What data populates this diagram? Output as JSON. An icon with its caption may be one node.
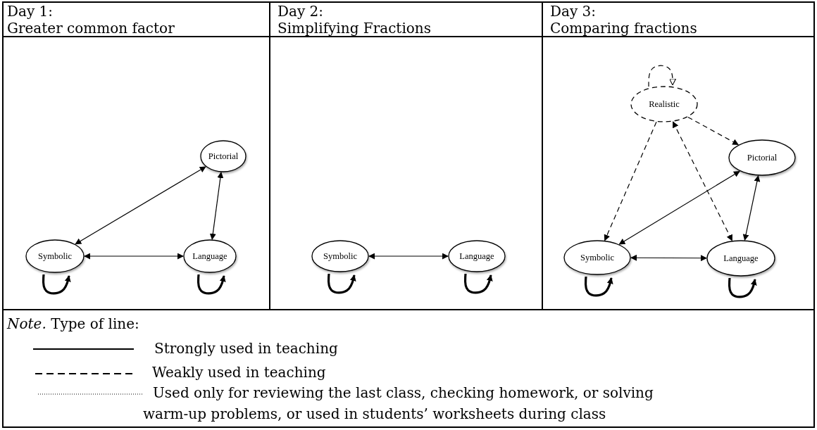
{
  "diagram": {
    "nodes": [
      {
        "text": [
          "Pictorial"
        ]
      },
      {
        "text": [
          "Symbolic"
        ]
      },
      {
        "text": [
          "Language"
        ]
      },
      {
        "text": [
          "Symbolic"
        ]
      },
      {
        "text": [
          "Language"
        ]
      },
      {
        "text": [
          "Realistic"
        ]
      },
      {
        "text": [
          "Pictorial"
        ]
      },
      {
        "text": [
          "Symbolic"
        ]
      },
      {
        "text": [
          "Language"
        ]
      }
    ],
    "edges": [
      {
        "from": 0,
        "to": 1,
        "arrow": "both"
      },
      {
        "from": 0,
        "to": 2,
        "arrow": "both"
      },
      {
        "from": 1,
        "to": 2,
        "arrow": "both"
      },
      {
        "from": 1,
        "to": 1,
        "arrow": "to",
        "style": "thick"
      },
      {
        "from": 2,
        "to": 2,
        "arrow": "to",
        "style": "thick"
      },
      {
        "from": 3,
        "to": 4,
        "arrow": "both"
      },
      {
        "from": 3,
        "to": 3,
        "arrow": "to",
        "style": "thick"
      },
      {
        "from": 4,
        "to": 4,
        "arrow": "to",
        "style": "thick"
      },
      {
        "from": 5,
        "to": 5,
        "arrow": "to",
        "style": "dashed"
      },
      {
        "from": 5,
        "to": 6,
        "arrow": "to",
        "style": "dashed"
      },
      {
        "from": 5,
        "to": 7,
        "arrow": "to",
        "style": "dashed"
      },
      {
        "from": 5,
        "to": 8,
        "arrow": "both",
        "style": "dashed"
      },
      {
        "from": 6,
        "to": 7,
        "arrow": "both"
      },
      {
        "from": 6,
        "to": 8,
        "arrow": "both"
      },
      {
        "from": 7,
        "to": 8,
        "arrow": "both"
      },
      {
        "from": 7,
        "to": 7,
        "arrow": "to",
        "style": "thick"
      },
      {
        "from": 8,
        "to": 8,
        "arrow": "to",
        "style": "thick"
      }
    ],
    "labels": [
      "Day 1:",
      "Greater common factor",
      "Day 2:",
      "Simplifying Fractions",
      "Day 3:",
      "Comparing fractions",
      "*Note.* Type of line:"
    ],
    "legend": [
      {
        "text": "Strongly used in teaching"
      },
      {
        "text": "Weakly used in teaching"
      },
      {
        "text": "Used only for reviewing the last class, checking homework, or solving warm-up problems, or used in students’ worksheets during class"
      }
    ]
  }
}
